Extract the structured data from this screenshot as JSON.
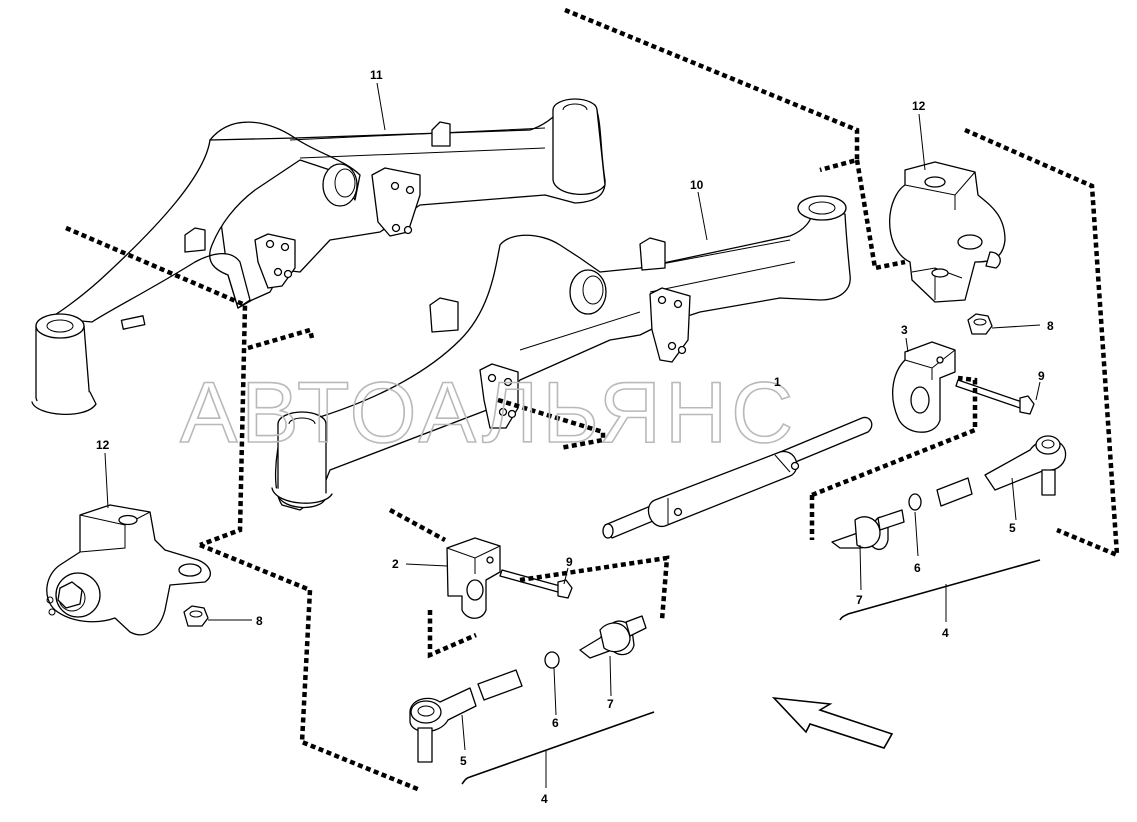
{
  "watermark": "АВТОАЛЬЯНС",
  "callouts": {
    "c11": "11",
    "c10": "10",
    "c12_top": "12",
    "c12_left": "12",
    "c8_right": "8",
    "c8_left": "8",
    "c3": "3",
    "c9_right": "9",
    "c9_left": "9",
    "c1": "1",
    "c2": "2",
    "c5_right": "5",
    "c6_right": "6",
    "c7_right": "7",
    "c4_right": "4",
    "c5_left": "5",
    "c6_left": "6",
    "c7_left": "7",
    "c4_left": "4"
  },
  "colors": {
    "line": "#000000",
    "watermark": "#b9b9b9",
    "background": "#ffffff"
  }
}
